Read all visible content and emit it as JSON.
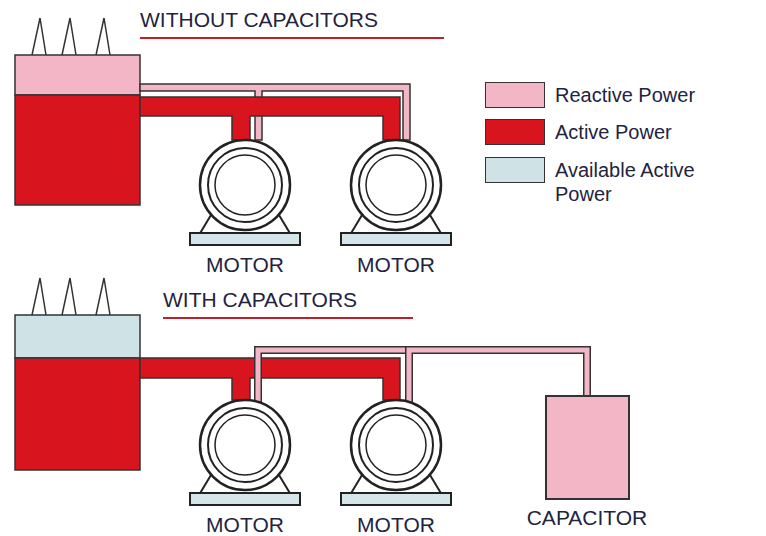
{
  "diagram": {
    "nodes": [
      {
        "text": [
          "MOTOR"
        ]
      },
      {
        "text": [
          "MOTOR"
        ]
      },
      {
        "text": [
          "MOTOR"
        ]
      },
      {
        "text": [
          "MOTOR"
        ]
      },
      {
        "text": [
          "CAPACITOR"
        ]
      }
    ],
    "edges": [
      {
        "from": 4,
        "to": 2,
        "arrow": "none"
      },
      {
        "from": 4,
        "to": 3,
        "arrow": "none"
      }
    ],
    "labels": [
      "WITHOUT CAPACITORS",
      "WITH CAPACITORS"
    ],
    "legend": [
      {
        "text": "Reactive Power",
        "color": "#f2b6c6"
      },
      {
        "text": "Active Power",
        "color": "#d8151e"
      },
      {
        "text": "Available Active Power",
        "color": "#cfe2e5"
      }
    ]
  }
}
